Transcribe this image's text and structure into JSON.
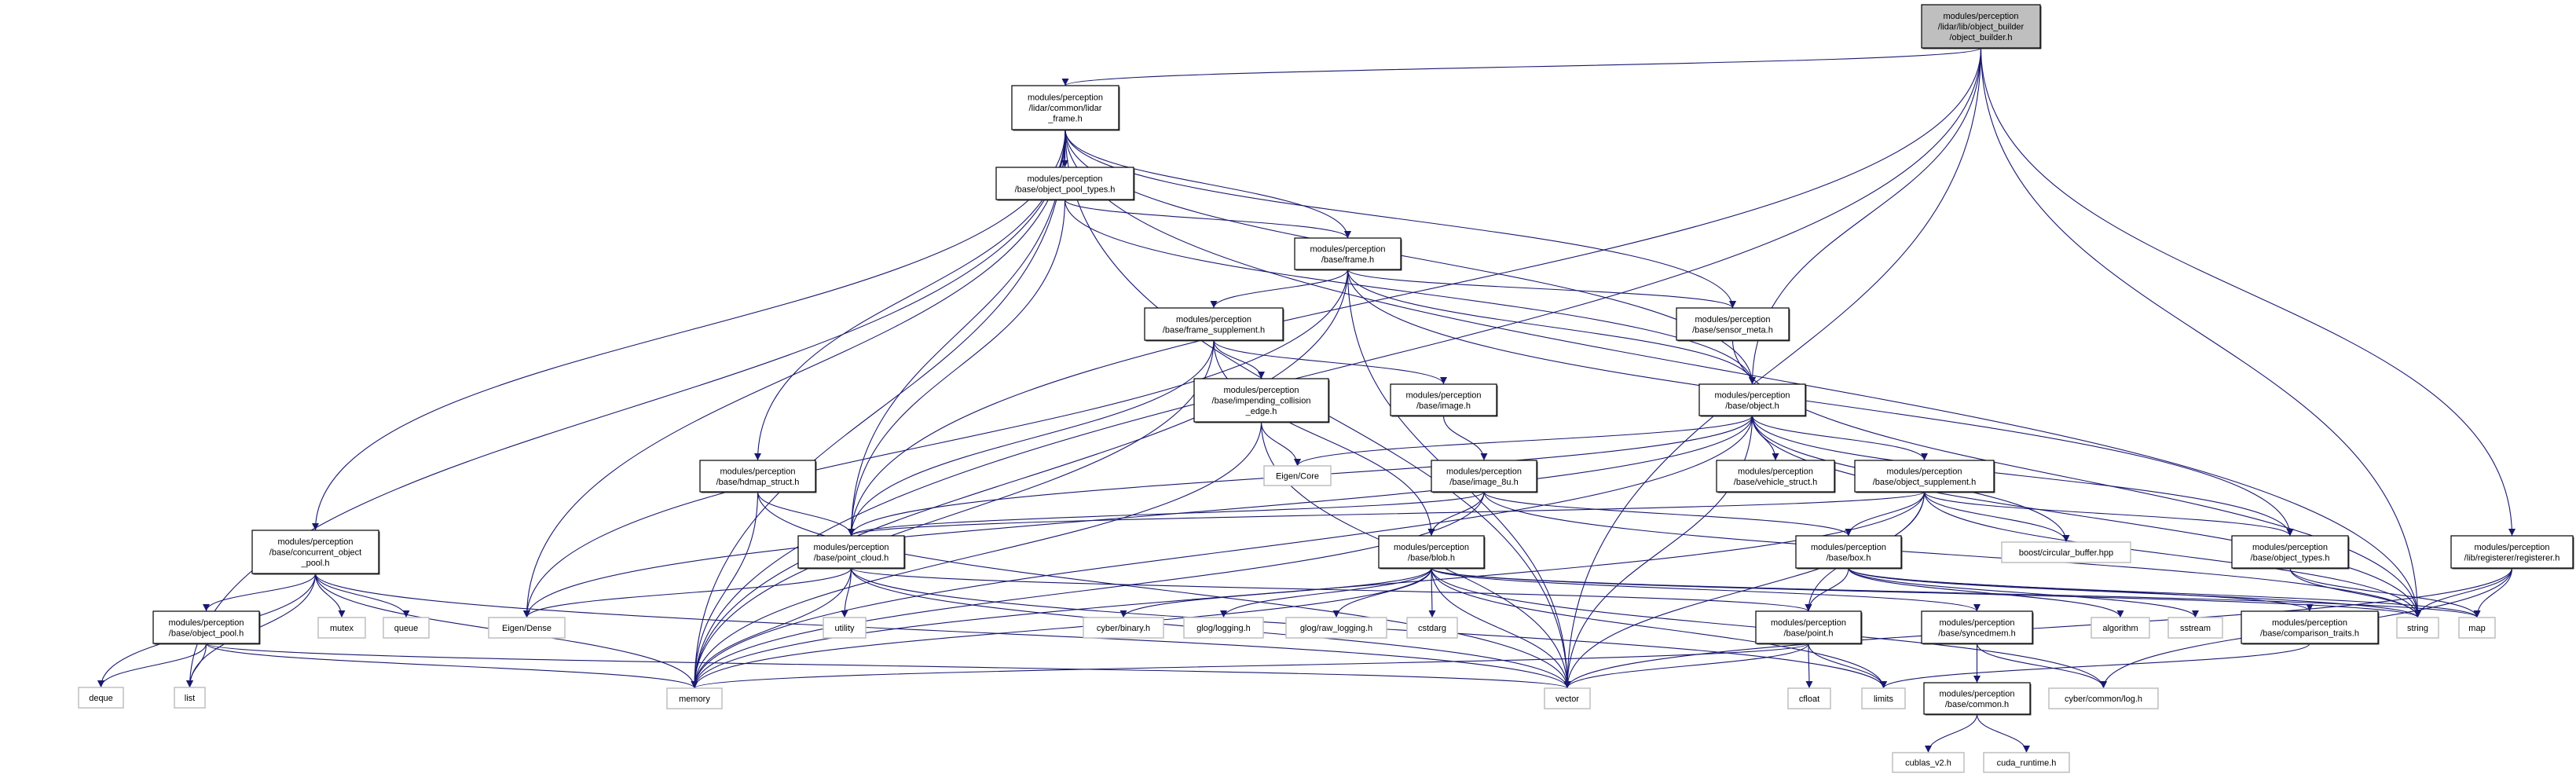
{
  "graph": {
    "edge_color": "#191970",
    "root_fill": "#bfbfbf",
    "system_border": "#bfbfbf",
    "nodes": {
      "object_builder": {
        "lines": [
          "modules/perception",
          "/lidar/lib/object_builder",
          "/object_builder.h"
        ],
        "kind": "root"
      },
      "lidar_frame": {
        "lines": [
          "modules/perception",
          "/lidar/common/lidar",
          "_frame.h"
        ],
        "kind": "project"
      },
      "object_pool_types": {
        "lines": [
          "modules/perception",
          "/base/object_pool_types.h"
        ],
        "kind": "project"
      },
      "frame": {
        "lines": [
          "modules/perception",
          "/base/frame.h"
        ],
        "kind": "project"
      },
      "frame_supplement": {
        "lines": [
          "modules/perception",
          "/base/frame_supplement.h"
        ],
        "kind": "project"
      },
      "sensor_meta": {
        "lines": [
          "modules/perception",
          "/base/sensor_meta.h"
        ],
        "kind": "project"
      },
      "impending": {
        "lines": [
          "modules/perception",
          "/base/impending_collision",
          "_edge.h"
        ],
        "kind": "project"
      },
      "image": {
        "lines": [
          "modules/perception",
          "/base/image.h"
        ],
        "kind": "project"
      },
      "object": {
        "lines": [
          "modules/perception",
          "/base/object.h"
        ],
        "kind": "project"
      },
      "eigen_core": {
        "lines": [
          "Eigen/Core"
        ],
        "kind": "system"
      },
      "hdmap_struct": {
        "lines": [
          "modules/perception",
          "/base/hdmap_struct.h"
        ],
        "kind": "project"
      },
      "image_8u": {
        "lines": [
          "modules/perception",
          "/base/image_8u.h"
        ],
        "kind": "project"
      },
      "vehicle_struct": {
        "lines": [
          "modules/perception",
          "/base/vehicle_struct.h"
        ],
        "kind": "project"
      },
      "object_supplement": {
        "lines": [
          "modules/perception",
          "/base/object_supplement.h"
        ],
        "kind": "project"
      },
      "concurrent_pool": {
        "lines": [
          "modules/perception",
          "/base/concurrent_object",
          "_pool.h"
        ],
        "kind": "project"
      },
      "point_cloud": {
        "lines": [
          "modules/perception",
          "/base/point_cloud.h"
        ],
        "kind": "project"
      },
      "blob": {
        "lines": [
          "modules/perception",
          "/base/blob.h"
        ],
        "kind": "project"
      },
      "box": {
        "lines": [
          "modules/perception",
          "/base/box.h"
        ],
        "kind": "project"
      },
      "boost_cb": {
        "lines": [
          "boost/circular_buffer.hpp"
        ],
        "kind": "system"
      },
      "object_types": {
        "lines": [
          "modules/perception",
          "/base/object_types.h"
        ],
        "kind": "project"
      },
      "registerer": {
        "lines": [
          "modules/perception",
          "/lib/registerer/registerer.h"
        ],
        "kind": "project"
      },
      "object_pool": {
        "lines": [
          "modules/perception",
          "/base/object_pool.h"
        ],
        "kind": "project"
      },
      "mutex": {
        "lines": [
          "mutex"
        ],
        "kind": "system"
      },
      "queue": {
        "lines": [
          "queue"
        ],
        "kind": "system"
      },
      "eigen_dense": {
        "lines": [
          "Eigen/Dense"
        ],
        "kind": "system"
      },
      "utility": {
        "lines": [
          "utility"
        ],
        "kind": "system"
      },
      "cyber_binary": {
        "lines": [
          "cyber/binary.h"
        ],
        "kind": "system"
      },
      "glog_logging": {
        "lines": [
          "glog/logging.h"
        ],
        "kind": "system"
      },
      "glog_raw": {
        "lines": [
          "glog/raw_logging.h"
        ],
        "kind": "system"
      },
      "cstdarg": {
        "lines": [
          "cstdarg"
        ],
        "kind": "system"
      },
      "point": {
        "lines": [
          "modules/perception",
          "/base/point.h"
        ],
        "kind": "project"
      },
      "syncedmem": {
        "lines": [
          "modules/perception",
          "/base/syncedmem.h"
        ],
        "kind": "project"
      },
      "algorithm": {
        "lines": [
          "algorithm"
        ],
        "kind": "system"
      },
      "sstream": {
        "lines": [
          "sstream"
        ],
        "kind": "system"
      },
      "comparison_traits": {
        "lines": [
          "modules/perception",
          "/base/comparison_traits.h"
        ],
        "kind": "project"
      },
      "string": {
        "lines": [
          "string"
        ],
        "kind": "system"
      },
      "map": {
        "lines": [
          "map"
        ],
        "kind": "system"
      },
      "deque": {
        "lines": [
          "deque"
        ],
        "kind": "system"
      },
      "list": {
        "lines": [
          "list"
        ],
        "kind": "system"
      },
      "memory": {
        "lines": [
          "memory"
        ],
        "kind": "system"
      },
      "vector": {
        "lines": [
          "vector"
        ],
        "kind": "system"
      },
      "cfloat": {
        "lines": [
          "cfloat"
        ],
        "kind": "system"
      },
      "limits": {
        "lines": [
          "limits"
        ],
        "kind": "system"
      },
      "common": {
        "lines": [
          "modules/perception",
          "/base/common.h"
        ],
        "kind": "project"
      },
      "cyber_log": {
        "lines": [
          "cyber/common/log.h"
        ],
        "kind": "system"
      },
      "cublas": {
        "lines": [
          "cublas_v2.h"
        ],
        "kind": "system"
      },
      "cuda_runtime": {
        "lines": [
          "cuda_runtime.h"
        ],
        "kind": "system"
      }
    },
    "edges": [
      [
        "object_builder",
        "lidar_frame"
      ],
      [
        "object_builder",
        "object"
      ],
      [
        "object_builder",
        "point_cloud"
      ],
      [
        "object_builder",
        "memory"
      ],
      [
        "object_builder",
        "vector"
      ],
      [
        "object_builder",
        "string"
      ],
      [
        "object_builder",
        "registerer"
      ],
      [
        "lidar_frame",
        "object_pool_types"
      ],
      [
        "lidar_frame",
        "frame"
      ],
      [
        "lidar_frame",
        "sensor_meta"
      ],
      [
        "lidar_frame",
        "object"
      ],
      [
        "lidar_frame",
        "point_cloud"
      ],
      [
        "lidar_frame",
        "hdmap_struct"
      ],
      [
        "lidar_frame",
        "concurrent_pool"
      ],
      [
        "lidar_frame",
        "eigen_dense"
      ],
      [
        "lidar_frame",
        "memory"
      ],
      [
        "lidar_frame",
        "vector"
      ],
      [
        "lidar_frame",
        "string"
      ],
      [
        "lidar_frame",
        "list"
      ],
      [
        "object_pool_types",
        "frame"
      ],
      [
        "object_pool_types",
        "object"
      ],
      [
        "object_pool_types",
        "point_cloud"
      ],
      [
        "frame",
        "frame_supplement"
      ],
      [
        "frame",
        "sensor_meta"
      ],
      [
        "frame",
        "object"
      ],
      [
        "frame",
        "object_types"
      ],
      [
        "frame",
        "vector"
      ],
      [
        "frame",
        "memory"
      ],
      [
        "frame",
        "eigen_dense"
      ],
      [
        "frame_supplement",
        "image"
      ],
      [
        "frame_supplement",
        "impending"
      ],
      [
        "frame_supplement",
        "point_cloud"
      ],
      [
        "frame_supplement",
        "blob"
      ],
      [
        "frame_supplement",
        "memory"
      ],
      [
        "impending",
        "eigen_core"
      ],
      [
        "impending",
        "memory"
      ],
      [
        "impending",
        "vector"
      ],
      [
        "image",
        "image_8u"
      ],
      [
        "image_8u",
        "blob"
      ],
      [
        "image_8u",
        "box"
      ],
      [
        "image_8u",
        "point_cloud"
      ],
      [
        "image_8u",
        "string"
      ],
      [
        "image_8u",
        "memory"
      ],
      [
        "object",
        "eigen_core"
      ],
      [
        "object",
        "point_cloud"
      ],
      [
        "object",
        "memory"
      ],
      [
        "object",
        "vector"
      ],
      [
        "object",
        "vehicle_struct"
      ],
      [
        "object",
        "object_supplement"
      ],
      [
        "object",
        "object_types"
      ],
      [
        "object",
        "boost_cb"
      ],
      [
        "object",
        "string"
      ],
      [
        "object",
        "eigen_dense"
      ],
      [
        "object_supplement",
        "box"
      ],
      [
        "object_supplement",
        "object_types"
      ],
      [
        "object_supplement",
        "point"
      ],
      [
        "object_supplement",
        "vector"
      ],
      [
        "object_supplement",
        "memory"
      ],
      [
        "object_supplement",
        "boost_cb"
      ],
      [
        "object_supplement",
        "string"
      ],
      [
        "object_supplement",
        "point_cloud"
      ],
      [
        "sensor_meta",
        "string"
      ],
      [
        "hdmap_struct",
        "point_cloud"
      ],
      [
        "hdmap_struct",
        "memory"
      ],
      [
        "hdmap_struct",
        "vector"
      ],
      [
        "concurrent_pool",
        "object_pool"
      ],
      [
        "concurrent_pool",
        "mutex"
      ],
      [
        "concurrent_pool",
        "queue"
      ],
      [
        "concurrent_pool",
        "deque"
      ],
      [
        "concurrent_pool",
        "list"
      ],
      [
        "concurrent_pool",
        "memory"
      ],
      [
        "concurrent_pool",
        "vector"
      ],
      [
        "object_pool",
        "deque"
      ],
      [
        "object_pool",
        "list"
      ],
      [
        "object_pool",
        "memory"
      ],
      [
        "object_pool",
        "vector"
      ],
      [
        "point_cloud",
        "eigen_dense"
      ],
      [
        "point_cloud",
        "utility"
      ],
      [
        "point_cloud",
        "memory"
      ],
      [
        "point_cloud",
        "vector"
      ],
      [
        "point_cloud",
        "point"
      ],
      [
        "point_cloud",
        "limits"
      ],
      [
        "blob",
        "syncedmem"
      ],
      [
        "blob",
        "cyber_binary"
      ],
      [
        "blob",
        "glog_logging"
      ],
      [
        "blob",
        "glog_raw"
      ],
      [
        "blob",
        "cstdarg"
      ],
      [
        "blob",
        "vector"
      ],
      [
        "blob",
        "memory"
      ],
      [
        "blob",
        "string"
      ],
      [
        "blob",
        "map"
      ],
      [
        "blob",
        "cyber_log"
      ],
      [
        "blob",
        "limits"
      ],
      [
        "box",
        "point"
      ],
      [
        "box",
        "algorithm"
      ],
      [
        "box",
        "sstream"
      ],
      [
        "box",
        "comparison_traits"
      ],
      [
        "box",
        "string"
      ],
      [
        "box",
        "map"
      ],
      [
        "point",
        "cfloat"
      ],
      [
        "point",
        "limits"
      ],
      [
        "point",
        "vector"
      ],
      [
        "point",
        "memory"
      ],
      [
        "syncedmem",
        "common"
      ],
      [
        "syncedmem",
        "cyber_log"
      ],
      [
        "common",
        "cublas"
      ],
      [
        "common",
        "cuda_runtime"
      ],
      [
        "object_types",
        "string"
      ],
      [
        "object_types",
        "map"
      ],
      [
        "comparison_traits",
        "limits"
      ],
      [
        "registerer",
        "string"
      ],
      [
        "registerer",
        "map"
      ],
      [
        "registerer",
        "vector"
      ],
      [
        "registerer",
        "cyber_log"
      ]
    ]
  }
}
